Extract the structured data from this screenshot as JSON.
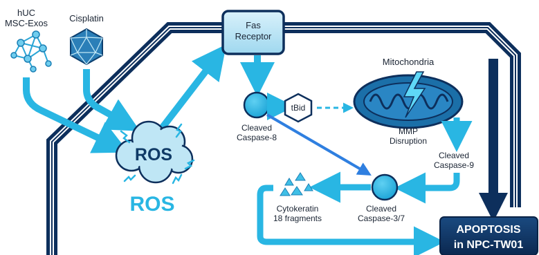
{
  "labels": {
    "exos_line1": "hUC",
    "exos_line2": "MSC-Exos",
    "cisplatin": "Cisplatin",
    "fas_line1": "Fas",
    "fas_line2": "Receptor",
    "tbid": "tBid",
    "mitochondria": "Mitochondria",
    "mmp_line1": "MMP",
    "mmp_line2": "Disruption",
    "casp8_line1": "Cleaved",
    "casp8_line2": "Caspase-8",
    "casp9_line1": "Cleaved",
    "casp9_line2": "Caspase-9",
    "casp37_line1": "Cleaved",
    "casp37_line2": "Caspase-3/7",
    "cyto_line1": "Cytokeratin",
    "cyto_line2": "18 fragments",
    "ros_cloud": "ROS",
    "ros_big": "ROS",
    "apoptosis_line1": "APOPTOSIS",
    "apoptosis_line2": "in NPC-TW01"
  },
  "colors": {
    "membrane": "#0d2f5c",
    "arrow": "#29b6e3",
    "node": "#29b6e3",
    "node_stroke": "#0d2f5c",
    "blue_arrow": "#2f7fe0",
    "apoptosis_box": "#0d2f5c",
    "fas_box": "#bfe6f5",
    "mito": "#1b6fa8"
  },
  "icons": [
    "network-icon",
    "icosahedron-icon",
    "cloud-icon",
    "mitochondria-icon",
    "lightning-icon",
    "triangle-fragments-icon"
  ]
}
